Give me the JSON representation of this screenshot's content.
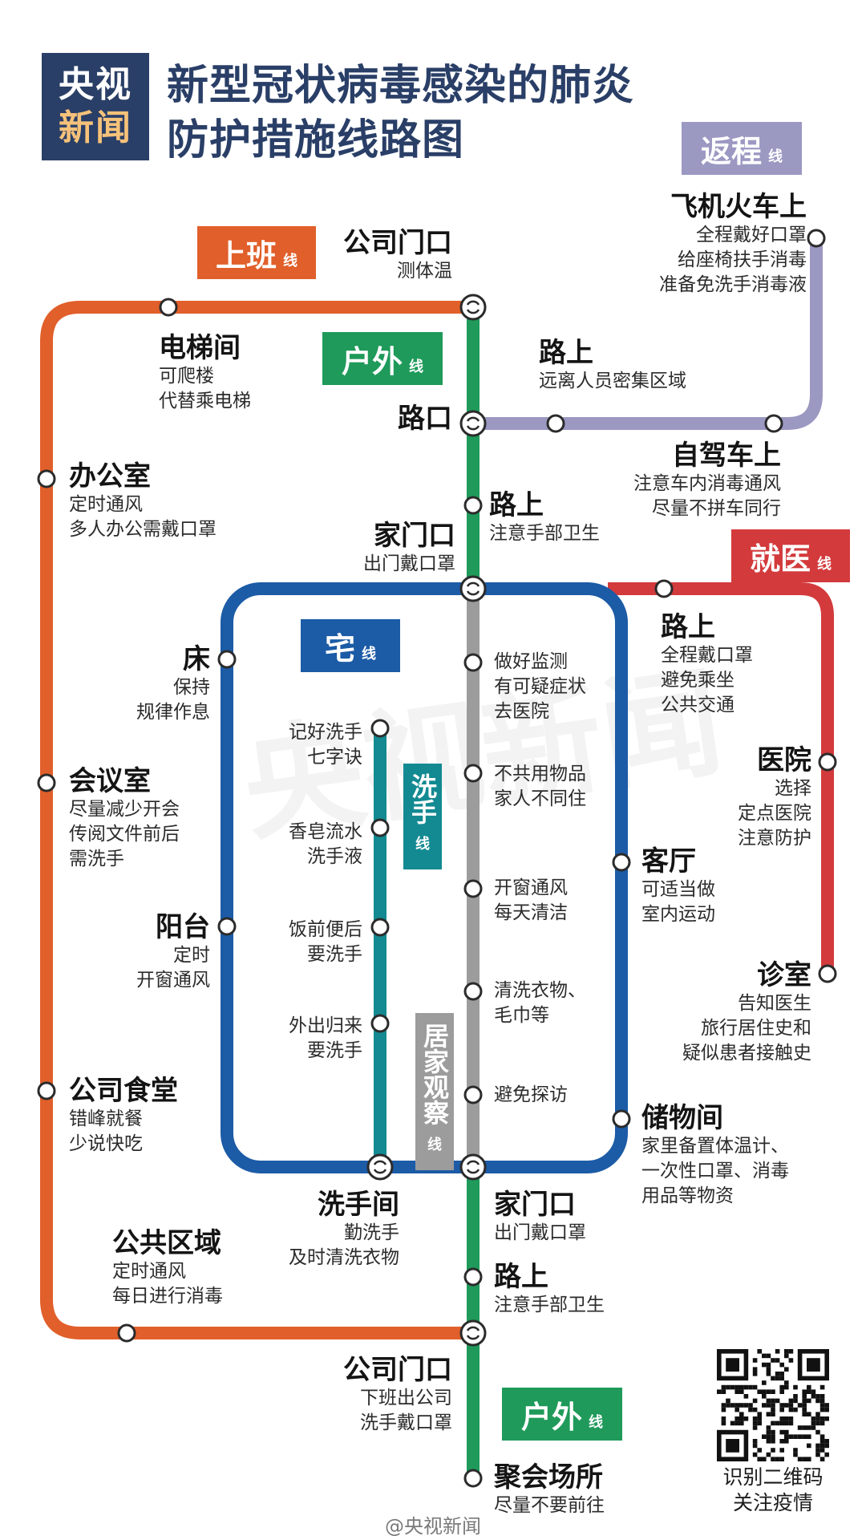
{
  "logo": {
    "line1": "央视",
    "line2": "新闻"
  },
  "title": {
    "line1": "新型冠状病毒感染的肺炎",
    "line2": "防护措施线路图"
  },
  "colors": {
    "orange": "#e15f2a",
    "green": "#1f9a5a",
    "purple": "#9b98c2",
    "blue": "#1c5ba6",
    "red": "#d33a3c",
    "teal": "#138a92",
    "gray": "#9c9c9c",
    "navy": "#2a3f67"
  },
  "lines": {
    "commute": {
      "name": "上班",
      "suffix": "线"
    },
    "return": {
      "name": "返程",
      "suffix": "线"
    },
    "outdoor_top": {
      "name": "户外",
      "suffix": "线"
    },
    "outdoor_bottom": {
      "name": "户外",
      "suffix": "线"
    },
    "medical": {
      "name": "就医",
      "suffix": "线"
    },
    "home": {
      "name": "宅",
      "suffix": "线"
    },
    "handwash": {
      "name": "洗手",
      "suffix": "线"
    },
    "observation": {
      "name": "居家观察",
      "suffix": "线"
    }
  },
  "stations": {
    "company_gate_top": {
      "name": "公司门口",
      "desc": [
        "测体温"
      ]
    },
    "elevator": {
      "name": "电梯间",
      "desc": [
        "可爬楼",
        "代替乘电梯"
      ]
    },
    "office": {
      "name": "办公室",
      "desc": [
        "定时通风",
        "多人办公需戴口罩"
      ]
    },
    "meeting_room": {
      "name": "会议室",
      "desc": [
        "尽量减少开会",
        "传阅文件前后",
        "需洗手"
      ]
    },
    "canteen": {
      "name": "公司食堂",
      "desc": [
        "错峰就餐",
        "少说快吃"
      ]
    },
    "public_area": {
      "name": "公共区域",
      "desc": [
        "定时通风",
        "每日进行消毒"
      ]
    },
    "company_gate_bottom": {
      "name": "公司门口",
      "desc": [
        "下班出公司",
        "洗手戴口罩"
      ]
    },
    "gathering_place": {
      "name": "聚会场所",
      "desc": [
        "尽量不要前往"
      ]
    },
    "plane_train": {
      "name": "飞机火车上",
      "desc": [
        "全程戴好口罩",
        "给座椅扶手消毒",
        "准备免洗手消毒液"
      ]
    },
    "road_return": {
      "name": "路上",
      "desc": [
        "远离人员密集区域"
      ]
    },
    "crossroad": {
      "name": "路口",
      "desc": []
    },
    "self_drive": {
      "name": "自驾车上",
      "desc": [
        "注意车内消毒通风",
        "尽量不拼车同行"
      ]
    },
    "road_top": {
      "name": "路上",
      "desc": [
        "注意手部卫生"
      ]
    },
    "home_door_top": {
      "name": "家门口",
      "desc": [
        "出门戴口罩"
      ]
    },
    "road_medical": {
      "name": "路上",
      "desc": [
        "全程戴口罩",
        "避免乘坐",
        "公共交通"
      ]
    },
    "hospital": {
      "name": "医院",
      "desc": [
        "选择",
        "定点医院",
        "注意防护"
      ]
    },
    "clinic": {
      "name": "诊室",
      "desc": [
        "告知医生",
        "旅行居住史和",
        "疑似患者接触史"
      ]
    },
    "bed": {
      "name": "床",
      "desc": [
        "保持",
        "规律作息"
      ]
    },
    "balcony": {
      "name": "阳台",
      "desc": [
        "定时",
        "开窗通风"
      ]
    },
    "living_room": {
      "name": "客厅",
      "desc": [
        "可适当做",
        "室内运动"
      ]
    },
    "storage": {
      "name": "储物间",
      "desc": [
        "家里备置体温计、",
        "一次性口罩、消毒",
        "用品等物资"
      ]
    },
    "washroom": {
      "name": "洗手间",
      "desc": [
        "勤洗手",
        "及时清洗衣物"
      ]
    },
    "home_door_bottom": {
      "name": "家门口",
      "desc": [
        "出门戴口罩"
      ]
    },
    "road_bottom": {
      "name": "路上",
      "desc": [
        "注意手部卫生"
      ]
    }
  },
  "handwash_stops": [
    [
      "记好洗手",
      "七字诀"
    ],
    [
      "香皂流水",
      "洗手液"
    ],
    [
      "饭前便后",
      "要洗手"
    ],
    [
      "外出归来",
      "要洗手"
    ]
  ],
  "observation_stops": [
    [
      "做好监测",
      "有可疑症状",
      "去医院"
    ],
    [
      "不共用物品",
      "家人不同住"
    ],
    [
      "开窗通风",
      "每天清洁"
    ],
    [
      "清洗衣物、",
      "毛巾等"
    ],
    [
      "避免探访"
    ]
  ],
  "watermark": "央视新闻",
  "weibo_credit": "@央视新闻",
  "qr": {
    "caption": [
      "识别二维码",
      "关注疫情"
    ]
  }
}
